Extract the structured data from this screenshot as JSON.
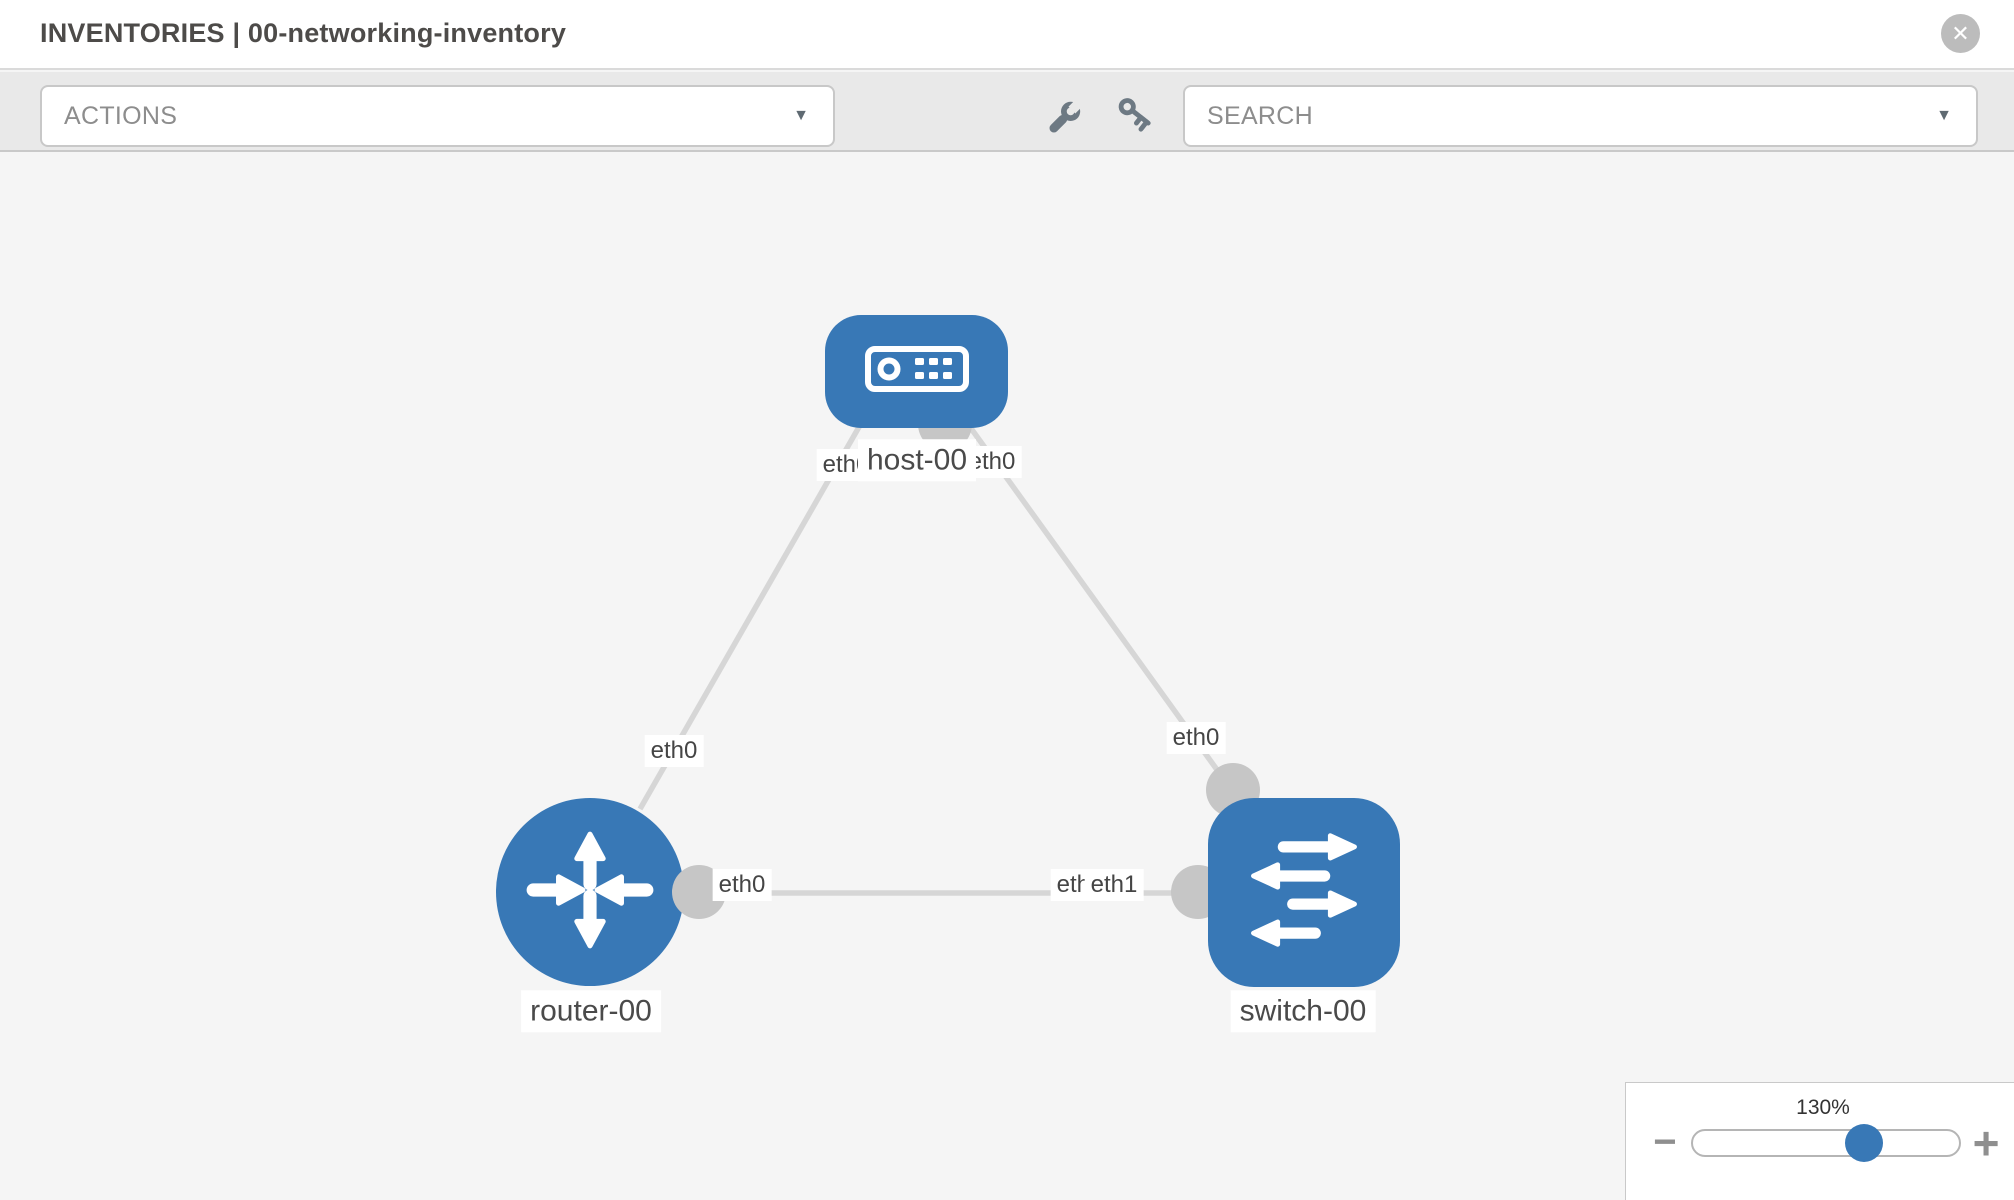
{
  "header": {
    "title": "INVENTORIES | 00-networking-inventory"
  },
  "toolbar": {
    "actions_label": "ACTIONS",
    "search_label": "SEARCH"
  },
  "icons": {
    "close": "✕",
    "caret_down": "▼",
    "minus": "−",
    "plus": "+",
    "wrench": "wrench-icon",
    "key": "key-icon"
  },
  "graph": {
    "nodes": [
      {
        "label": "host-00",
        "type": "host"
      },
      {
        "label": "router-00",
        "type": "router"
      },
      {
        "label": "switch-00",
        "type": "switch"
      }
    ],
    "links": [
      {
        "from": "host-00",
        "from_if": "eth0",
        "to": "router-00",
        "to_if": "eth0"
      },
      {
        "from": "host-00",
        "from_if": "eth0",
        "to": "switch-00",
        "to_if": "eth0"
      },
      {
        "from": "router-00",
        "from_if": "eth0",
        "to": "switch-00",
        "to_if": "eth1"
      }
    ]
  },
  "zoom_control": {
    "level": "130%"
  },
  "colors": {
    "node_blue": "#3878b6",
    "link_gray": "#d6d6d6",
    "connector_gray": "#c6c6c6",
    "canvas_bg": "#f5f5f5",
    "toolbar_bg": "#e9e9e9"
  }
}
